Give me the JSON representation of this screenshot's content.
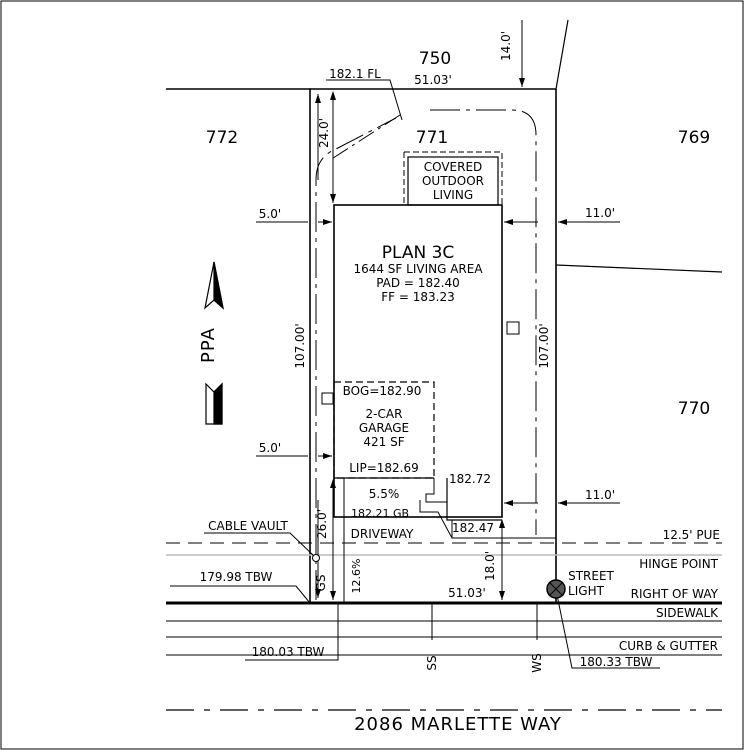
{
  "lots": {
    "north": "750",
    "west": "772",
    "subject": "771",
    "east_top": "769",
    "east_bottom": "770"
  },
  "dimensions": {
    "rear_width": "51.03'",
    "front_width": "51.03'",
    "left_depth": "107.00'",
    "right_depth": "107.00'",
    "north_offset": "14.0'",
    "rear_setback": "24.0'",
    "side_left_top": "5.0'",
    "side_left_bottom": "5.0'",
    "side_right_top": "11.0'",
    "side_right_bottom": "11.0'",
    "front_setback": "26.0'",
    "front_right_setback": "18.0'",
    "driveway_slope": "12.6%"
  },
  "elevations": {
    "rear_fl": "182.1 FL",
    "driveway_gb": "182.21 GB",
    "garage_corner_1": "182.72",
    "garage_corner_2": "182.47",
    "tbw_left": "179.98 TBW",
    "tbw_front": "180.03 TBW",
    "tbw_right": "180.33 TBW"
  },
  "house": {
    "plan_name": "PLAN 3C",
    "living_area": "1644 SF LIVING AREA",
    "pad": "PAD = 182.40",
    "ff": "FF = 183.23",
    "covered_outdoor": [
      "COVERED",
      "OUTDOOR",
      "LIVING"
    ]
  },
  "garage": {
    "bog": "BOG=182.90",
    "label": [
      "2-CAR",
      "GARAGE",
      "421 SF"
    ],
    "lip": "LIP=182.69"
  },
  "driveway": {
    "slope": "5.5%",
    "label": "DRIVEWAY"
  },
  "utilities": {
    "cable_vault": "CABLE VAULT",
    "gs": "GS",
    "ss": "SS",
    "ws": "WS",
    "street_light": [
      "STREET",
      "LIGHT"
    ]
  },
  "easements": {
    "pue": "12.5' PUE",
    "hinge_point": "HINGE POINT",
    "right_of_way": "RIGHT OF WAY",
    "sidewalk": "SIDEWALK",
    "curb_gutter": "CURB & GUTTER"
  },
  "north_arrow": {
    "label": "PPA"
  },
  "street_name": "2086 MARLETTE WAY"
}
